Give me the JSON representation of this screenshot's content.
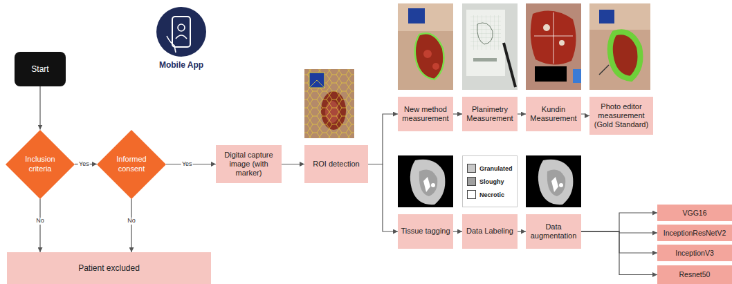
{
  "diagram": {
    "nodes": [
      {
        "text": [
          "Start"
        ]
      },
      {
        "text": [
          "Inclusion criteria"
        ]
      },
      {
        "text": [
          "Informed consent"
        ]
      },
      {
        "text": [
          "Patient excluded"
        ]
      },
      {
        "text": [
          "Digital capture image (with marker)"
        ]
      },
      {
        "text": [
          "ROI detection"
        ]
      },
      {
        "text": [
          "New method measurement"
        ]
      },
      {
        "text": [
          "Planimetry Measurement"
        ]
      },
      {
        "text": [
          "Kundin Measurement"
        ]
      },
      {
        "text": [
          "Photo editor measurement (Gold Standard)"
        ]
      },
      {
        "text": [
          "Tissue tagging"
        ]
      },
      {
        "text": [
          "Data Labeling"
        ]
      },
      {
        "text": [
          "Data augmentation"
        ]
      },
      {
        "text": [
          "VGG16"
        ]
      },
      {
        "text": [
          "InceptionResNetV2"
        ]
      },
      {
        "text": [
          "InceptionV3"
        ]
      },
      {
        "text": [
          "Resnet50"
        ]
      }
    ],
    "edges": [
      {
        "from": 0,
        "to": 1,
        "arrow": "to"
      },
      {
        "from": 1,
        "to": 2,
        "label": "Yes",
        "arrow": "to"
      },
      {
        "from": 1,
        "to": 3,
        "label": "No",
        "arrow": "to"
      },
      {
        "from": 2,
        "to": 3,
        "label": "No",
        "arrow": "to"
      },
      {
        "from": 2,
        "to": 4,
        "label": "Yes",
        "arrow": "to"
      },
      {
        "from": 4,
        "to": 5,
        "arrow": "to"
      },
      {
        "from": 5,
        "to": 6,
        "arrow": "to"
      },
      {
        "from": 5,
        "to": 10,
        "arrow": "to"
      },
      {
        "from": 6,
        "to": 7,
        "arrow": "to"
      },
      {
        "from": 7,
        "to": 8,
        "arrow": "to"
      },
      {
        "from": 8,
        "to": 9,
        "arrow": "to"
      },
      {
        "from": 10,
        "to": 11,
        "arrow": "to"
      },
      {
        "from": 11,
        "to": 12,
        "arrow": "to"
      },
      {
        "from": 12,
        "to": 13,
        "arrow": "to"
      },
      {
        "from": 12,
        "to": 14,
        "arrow": "to"
      },
      {
        "from": 12,
        "to": 15,
        "arrow": "to"
      },
      {
        "from": 12,
        "to": 16,
        "arrow": "to"
      }
    ],
    "labels": [
      "Mobile App"
    ],
    "legend": [
      {
        "text": "Granulated",
        "color": "#c8c8c8"
      },
      {
        "text": "Sloughy",
        "color": "#a0a0a0"
      },
      {
        "text": "Necrotic",
        "color": "#ffffff"
      }
    ]
  }
}
